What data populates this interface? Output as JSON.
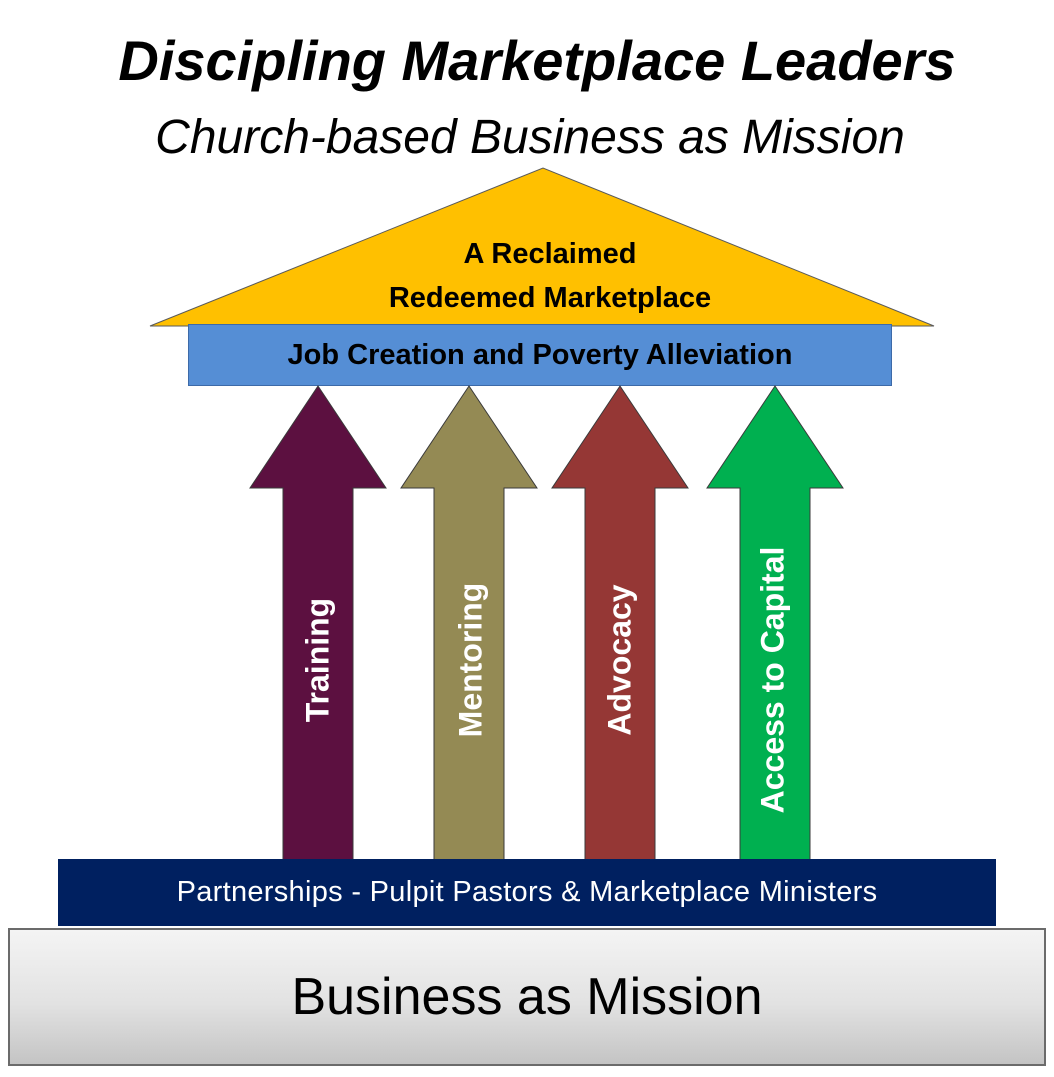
{
  "header": {
    "title": "Discipling Marketplace Leaders",
    "subtitle": "Church-based Business as Mission"
  },
  "roof": {
    "line1": "A Reclaimed",
    "line2": "Redeemed Marketplace",
    "color": "#ffc000"
  },
  "beam": {
    "label": "Job Creation and Poverty Alleviation",
    "color": "#558ed5"
  },
  "pillars": [
    {
      "label": "Training",
      "color": "#5c1040"
    },
    {
      "label": "Mentoring",
      "color": "#948a54"
    },
    {
      "label": "Advocacy",
      "color": "#953735"
    },
    {
      "label": "Access to Capital",
      "color": "#00b050"
    }
  ],
  "foundation": {
    "label": "Partnerships -  Pulpit Pastors & Marketplace Ministers",
    "color": "#002060"
  },
  "base": {
    "label": "Business as Mission"
  }
}
